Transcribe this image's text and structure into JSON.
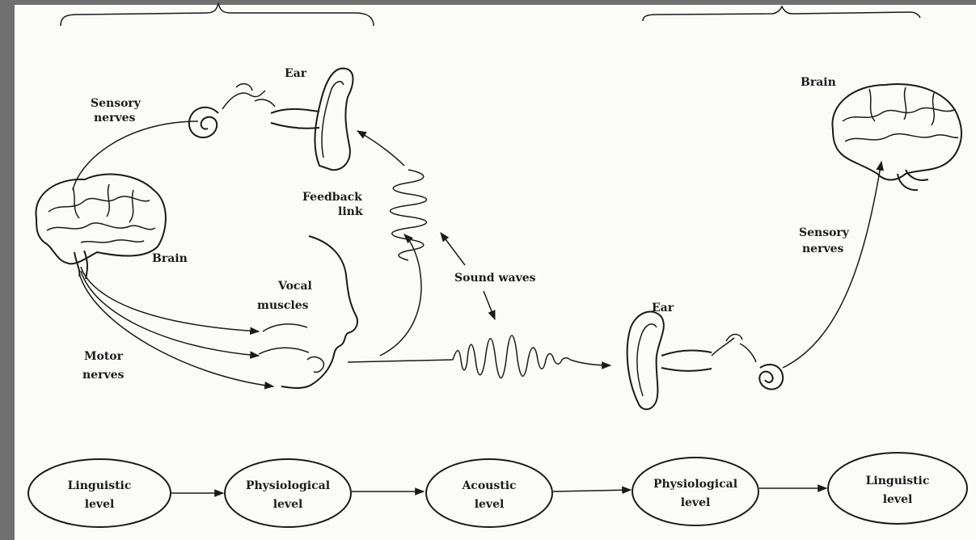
{
  "labels": {
    "ear_left": "Ear",
    "sensory_nerves_left_1": "Sensory",
    "sensory_nerves_left_2": "nerves",
    "feedback_link_1": "Feedback",
    "feedback_link_2": "link",
    "brain_left": "Brain",
    "vocal_muscles_1": "Vocal",
    "vocal_muscles_2": "muscles",
    "motor_nerves_1": "Motor",
    "motor_nerves_2": "nerves",
    "sound_waves": "Sound waves",
    "ear_right": "Ear",
    "brain_right": "Brain",
    "sensory_nerves_right_1": "Sensory",
    "sensory_nerves_right_2": "nerves"
  },
  "levels": [
    {
      "line1": "Linguistic",
      "line2": "level"
    },
    {
      "line1": "Physiological",
      "line2": "level"
    },
    {
      "line1": "Acoustic",
      "line2": "level"
    },
    {
      "line1": "Physiological",
      "line2": "level"
    },
    {
      "line1": "Linguistic",
      "line2": "level"
    }
  ],
  "colors": {
    "frame": "#707070",
    "paper": "#fbfbf8",
    "ink": "#1a1a1a"
  }
}
